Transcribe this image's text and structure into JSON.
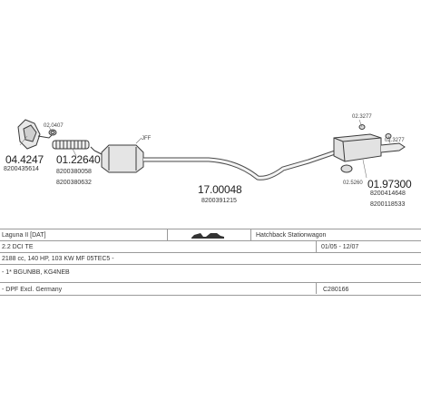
{
  "parts": [
    {
      "id": "p1",
      "number": "04.4247",
      "ref": "8200435614",
      "sub": "02.0407"
    },
    {
      "id": "p2",
      "number": "01.22640",
      "ref1": "8200380058",
      "ref2": "8200380632"
    },
    {
      "id": "p3",
      "label": "JFF"
    },
    {
      "id": "p4",
      "number": "17.00048",
      "ref": "8200391215"
    },
    {
      "id": "p5",
      "number": "01.97300",
      "ref1": "8200414648",
      "ref2": "8200118533",
      "clamp_a": "02.3277",
      "clamp_b": "02.3277",
      "clamp_c": "02.5260"
    }
  ],
  "spec": {
    "vehicle": "Laguna II [DAT]",
    "body": "Hatchback Stationwagon",
    "engine": "2.2 DCI TE",
    "years": "01/05 - 12/07",
    "power": "2188 cc, 140 HP, 103 KW MF 05TEC5 -",
    "engine_code": "- 1* BGUNBB, KG4NEB",
    "note": "- DPF Excl. Germany",
    "catalog": "C280166"
  }
}
